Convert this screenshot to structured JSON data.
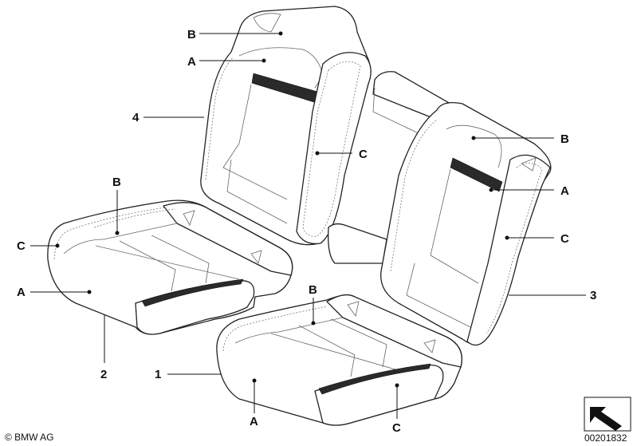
{
  "diagram": {
    "callouts": {
      "back_left": {
        "B": "B",
        "A": "A",
        "part": "4",
        "C": "C"
      },
      "seat_left": {
        "B": "B",
        "C": "C",
        "A": "A",
        "part": "2"
      },
      "back_right": {
        "B": "B",
        "A": "A",
        "C": "C",
        "part": "3"
      },
      "seat_right": {
        "B": "B",
        "part": "1",
        "A": "A",
        "C": "C"
      }
    },
    "copyright": "© BMW AG",
    "drawing_number": "00201832"
  }
}
